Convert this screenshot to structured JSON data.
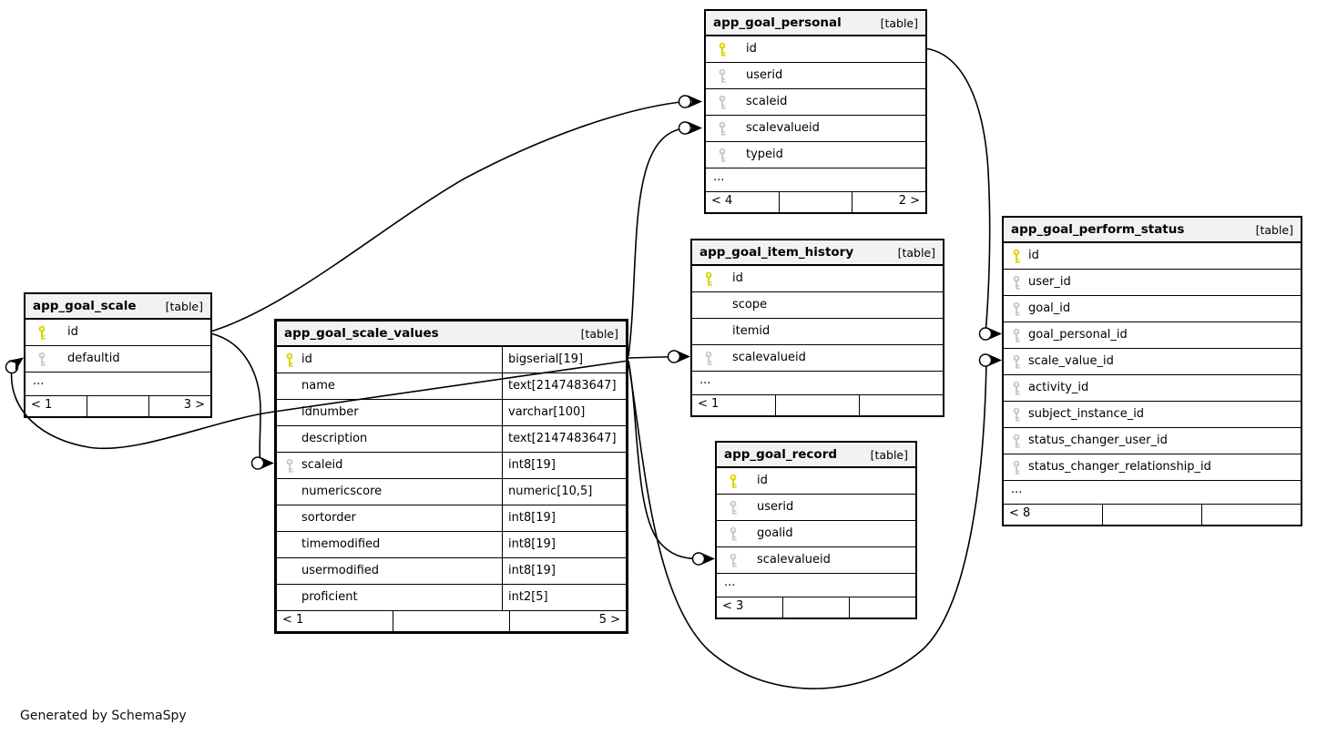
{
  "page": {
    "footer_note": "Generated by SchemaSpy"
  },
  "diagram": {
    "colors": {
      "primary_key": "#d8d800",
      "foreign_key": "#c9c9c9",
      "header_bg": "#f2f2f2",
      "border": "#000000"
    },
    "tables": [
      {
        "name": "app_goal_personal",
        "tag": "[table]",
        "columns": [
          {
            "label": "id",
            "key": "primary"
          },
          {
            "label": "userid",
            "key": "foreign"
          },
          {
            "label": "scaleid",
            "key": "foreign"
          },
          {
            "label": "scalevalueid",
            "key": "foreign"
          },
          {
            "label": "typeid",
            "key": "foreign"
          }
        ],
        "more_marker": "...",
        "footer": {
          "left": "< 4",
          "middle": "",
          "right": "2 >"
        }
      },
      {
        "name": "app_goal_perform_status",
        "tag": "[table]",
        "columns": [
          {
            "label": "id",
            "key": "primary"
          },
          {
            "label": "user_id",
            "key": "foreign"
          },
          {
            "label": "goal_id",
            "key": "foreign"
          },
          {
            "label": "goal_personal_id",
            "key": "foreign"
          },
          {
            "label": "scale_value_id",
            "key": "foreign"
          },
          {
            "label": "activity_id",
            "key": "foreign"
          },
          {
            "label": "subject_instance_id",
            "key": "foreign"
          },
          {
            "label": "status_changer_user_id",
            "key": "foreign"
          },
          {
            "label": "status_changer_relationship_id",
            "key": "foreign"
          }
        ],
        "more_marker": "...",
        "footer": {
          "left": "< 8",
          "middle": "",
          "right": ""
        }
      },
      {
        "name": "app_goal_item_history",
        "tag": "[table]",
        "columns": [
          {
            "label": "id",
            "key": "primary"
          },
          {
            "label": "scope",
            "key": "none"
          },
          {
            "label": "itemid",
            "key": "none"
          },
          {
            "label": "scalevalueid",
            "key": "foreign"
          }
        ],
        "more_marker": "...",
        "footer": {
          "left": "< 1",
          "middle": "",
          "right": ""
        }
      },
      {
        "name": "app_goal_scale",
        "tag": "[table]",
        "columns": [
          {
            "label": "id",
            "key": "primary"
          },
          {
            "label": "defaultid",
            "key": "foreign"
          }
        ],
        "more_marker": "...",
        "footer": {
          "left": "< 1",
          "middle": "",
          "right": "3 >"
        }
      },
      {
        "name": "app_goal_scale_values",
        "tag": "[table]",
        "columns": [
          {
            "label": "id",
            "key": "primary",
            "type": "bigserial[19]"
          },
          {
            "label": "name",
            "key": "none",
            "type": "text[2147483647]"
          },
          {
            "label": "idnumber",
            "key": "none",
            "type": "varchar[100]"
          },
          {
            "label": "description",
            "key": "none",
            "type": "text[2147483647]"
          },
          {
            "label": "scaleid",
            "key": "foreign",
            "type": "int8[19]"
          },
          {
            "label": "numericscore",
            "key": "none",
            "type": "numeric[10,5]"
          },
          {
            "label": "sortorder",
            "key": "none",
            "type": "int8[19]"
          },
          {
            "label": "timemodified",
            "key": "none",
            "type": "int8[19]"
          },
          {
            "label": "usermodified",
            "key": "none",
            "type": "int8[19]"
          },
          {
            "label": "proficient",
            "key": "none",
            "type": "int2[5]"
          }
        ],
        "footer": {
          "left": "< 1",
          "middle": "",
          "right": "5 >"
        }
      },
      {
        "name": "app_goal_record",
        "tag": "[table]",
        "columns": [
          {
            "label": "id",
            "key": "primary"
          },
          {
            "label": "userid",
            "key": "foreign"
          },
          {
            "label": "goalid",
            "key": "foreign"
          },
          {
            "label": "scalevalueid",
            "key": "foreign"
          }
        ],
        "more_marker": "...",
        "footer": {
          "left": "< 3",
          "middle": "",
          "right": ""
        }
      }
    ],
    "edges": [
      {
        "from": "app_goal_scale.id",
        "to": "app_goal_personal.scaleid"
      },
      {
        "from": "app_goal_scale.id",
        "to": "app_goal_scale_values.scaleid"
      },
      {
        "from": "app_goal_scale_values.id",
        "to": "app_goal_scale.defaultid"
      },
      {
        "from": "app_goal_scale_values.id",
        "to": "app_goal_personal.scalevalueid"
      },
      {
        "from": "app_goal_scale_values.id",
        "to": "app_goal_item_history.scalevalueid"
      },
      {
        "from": "app_goal_scale_values.id",
        "to": "app_goal_record.scalevalueid"
      },
      {
        "from": "app_goal_scale_values.id",
        "to": "app_goal_perform_status.scale_value_id"
      },
      {
        "from": "app_goal_personal.id",
        "to": "app_goal_perform_status.goal_personal_id"
      }
    ]
  }
}
